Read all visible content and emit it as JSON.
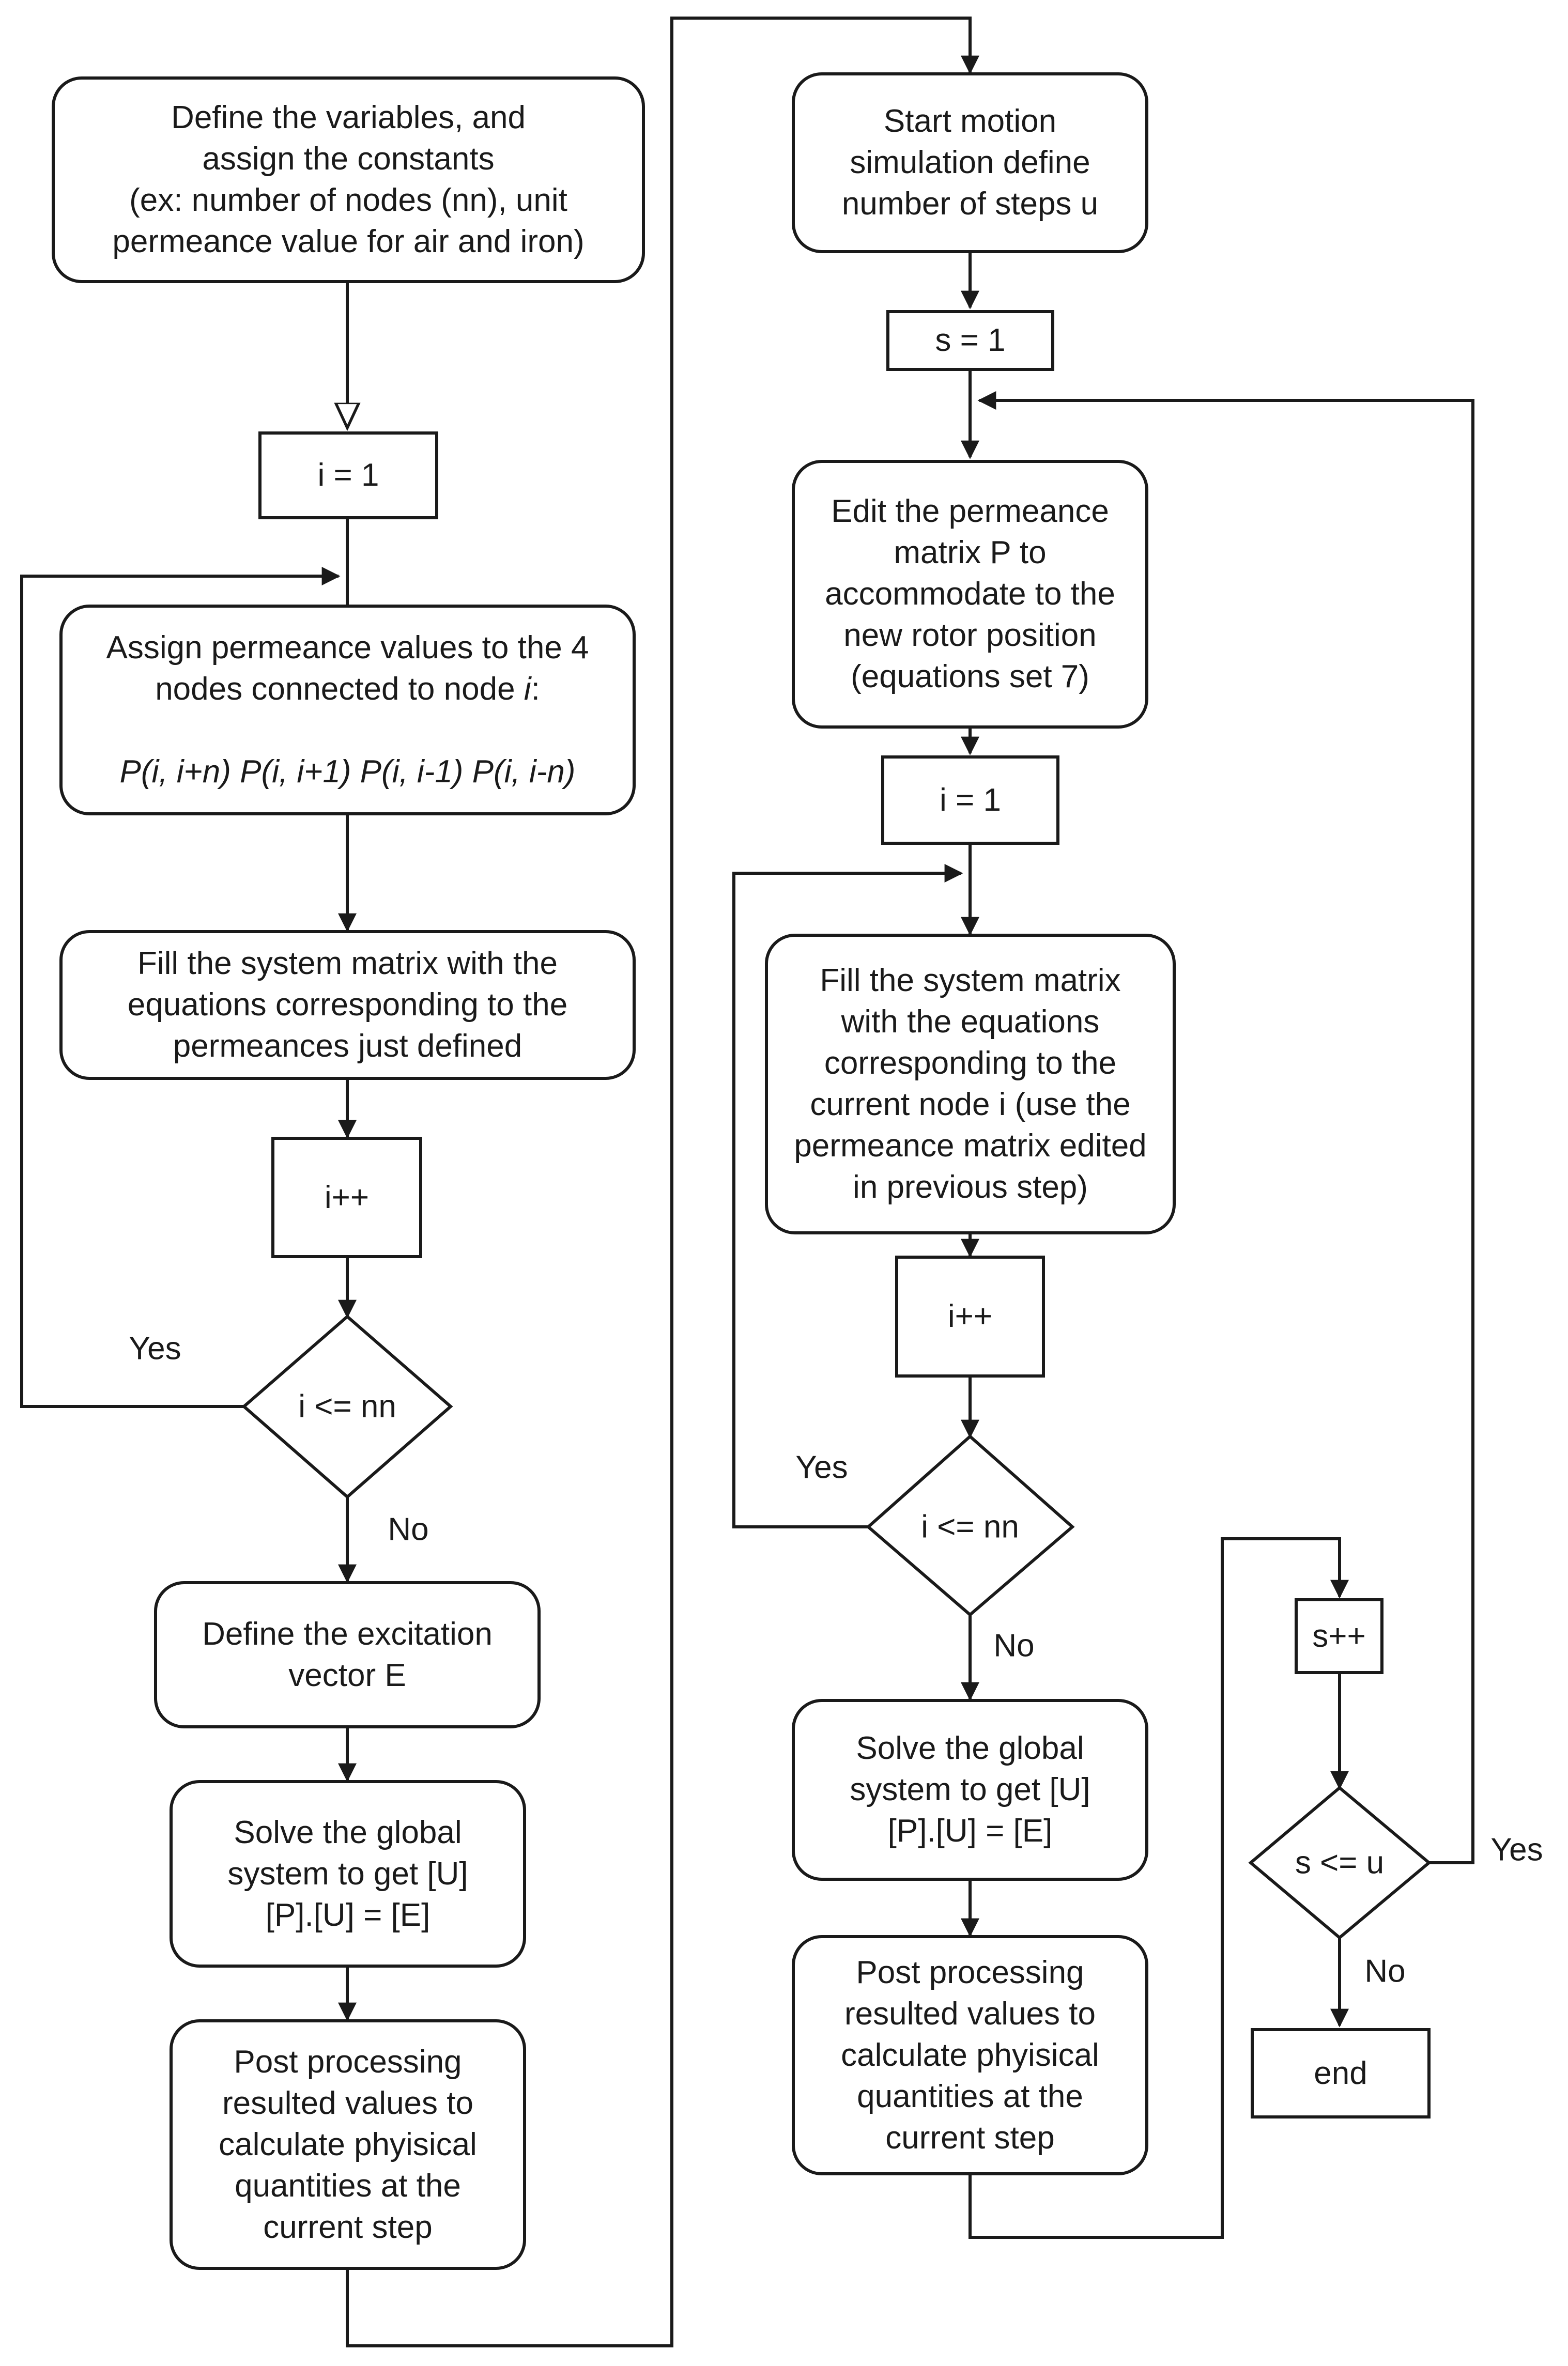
{
  "nodes": {
    "define_vars": {
      "lines": [
        "Define the variables, and",
        "assign the constants",
        "(ex: number of nodes (nn), unit",
        "permeance value for air and iron)"
      ]
    },
    "i_init_left": {
      "text": "i = 1"
    },
    "assign_perm": {
      "lines": [
        "Assign permeance values to the 4",
        "nodes connected to node "
      ],
      "italic_var": "i",
      "colon": ":",
      "formula": "P(i, i+n) P(i, i+1) P(i, i-1) P(i, i-n)"
    },
    "fill_left": {
      "lines": [
        "Fill the system matrix with the",
        "equations corresponding to the",
        "permeances just defined"
      ]
    },
    "inc_left": {
      "text": "i++"
    },
    "cond_left": {
      "text": "i <= nn"
    },
    "excitation": {
      "lines": [
        "Define the excitation",
        "vector E"
      ]
    },
    "solve_left": {
      "lines": [
        "Solve the global",
        "system to get [U]",
        "[P].[U] = [E]"
      ]
    },
    "post_left": {
      "lines": [
        "Post processing",
        "resulted values to",
        "calculate phyisical",
        "quantities at the",
        "current step"
      ]
    },
    "start_motion": {
      "lines": [
        "Start motion",
        "simulation define",
        "number of steps u"
      ]
    },
    "s_init": {
      "text": "s = 1"
    },
    "edit_perm": {
      "lines": [
        "Edit the permeance",
        "matrix P to",
        "accommodate to the",
        "new rotor position",
        "(equations set 7)"
      ]
    },
    "i_init_right": {
      "text": "i = 1"
    },
    "fill_right": {
      "lines": [
        "Fill the system matrix",
        "with the equations",
        "corresponding to the",
        "current node i (use the",
        "permeance matrix edited",
        "in previous step)"
      ]
    },
    "inc_right": {
      "text": "i++"
    },
    "cond_right": {
      "text": "i <= nn"
    },
    "solve_right": {
      "lines": [
        "Solve the global",
        "system to get [U]",
        "[P].[U] = [E]"
      ]
    },
    "post_right": {
      "lines": [
        "Post processing",
        "resulted values to",
        "calculate phyisical",
        "quantities at the",
        "current step"
      ]
    },
    "s_inc": {
      "text": "s++"
    },
    "cond_s": {
      "text": "s <= u"
    },
    "end": {
      "text": "end"
    }
  },
  "labels": {
    "yes_left": "Yes",
    "no_left": "No",
    "yes_right": "Yes",
    "no_right": "No",
    "yes_s": "Yes",
    "no_s": "No"
  },
  "colors": {
    "stroke": "#1a1a1a",
    "background": "#ffffff"
  }
}
